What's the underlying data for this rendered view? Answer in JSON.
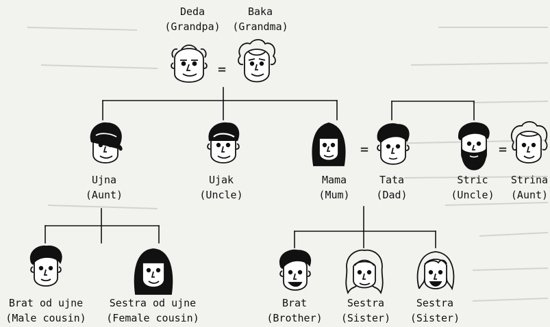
{
  "people": {
    "deda": {
      "name": "Deda",
      "gloss": "(Grandpa)"
    },
    "baka": {
      "name": "Baka",
      "gloss": "(Grandma)"
    },
    "ujna": {
      "name": "Ujna",
      "gloss": "(Aunt)"
    },
    "ujak": {
      "name": "Ujak",
      "gloss": "(Uncle)"
    },
    "mama": {
      "name": "Mama",
      "gloss": "(Mum)"
    },
    "tata": {
      "name": "Tata",
      "gloss": "(Dad)"
    },
    "stric": {
      "name": "Stric",
      "gloss": "(Uncle)"
    },
    "strina": {
      "name": "Strina",
      "gloss": "(Aunt)"
    },
    "brat_od_ujne": {
      "name": "Brat od ujne",
      "gloss": "(Male cousin)"
    },
    "sestra_od_ujne": {
      "name": "Sestra od ujne",
      "gloss": "(Female cousin)"
    },
    "brat": {
      "name": "Brat",
      "gloss": "(Brother)"
    },
    "sestra_1": {
      "name": "Sestra",
      "gloss": "(Sister)"
    },
    "sestra_2": {
      "name": "Sestra",
      "gloss": "(Sister)"
    }
  },
  "marriage_symbol": "=",
  "colors": {
    "ink": "#111111",
    "paper": "#f2f2ef",
    "bleed": "#c9c9c4"
  }
}
